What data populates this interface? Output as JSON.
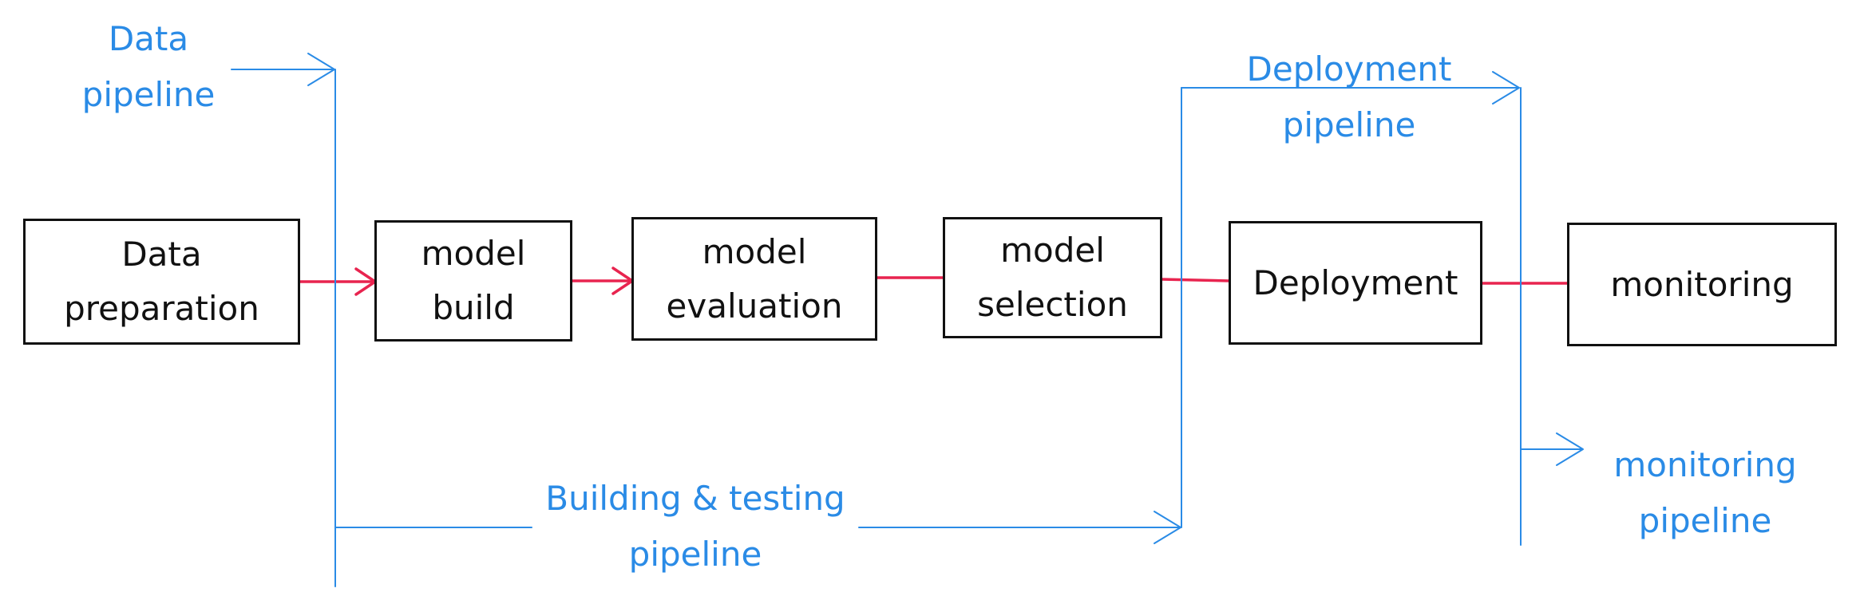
{
  "colors": {
    "box_border": "#111111",
    "box_text": "#111111",
    "flow_arrow": "#E8244F",
    "pipeline": "#2A8BE6"
  },
  "stages": [
    {
      "id": "data-preparation",
      "label": "Data\npreparation"
    },
    {
      "id": "model-build",
      "label": "model\nbuild"
    },
    {
      "id": "model-evaluation",
      "label": "model\nevaluation"
    },
    {
      "id": "model-selection",
      "label": "model\nselection"
    },
    {
      "id": "deployment",
      "label": "Deployment"
    },
    {
      "id": "monitoring",
      "label": "monitoring"
    }
  ],
  "pipelines": {
    "data": "Data\npipeline",
    "building_testing": "Building & testing\npipeline",
    "deployment": "Deployment\npipeline",
    "monitoring": "monitoring\npipeline"
  }
}
